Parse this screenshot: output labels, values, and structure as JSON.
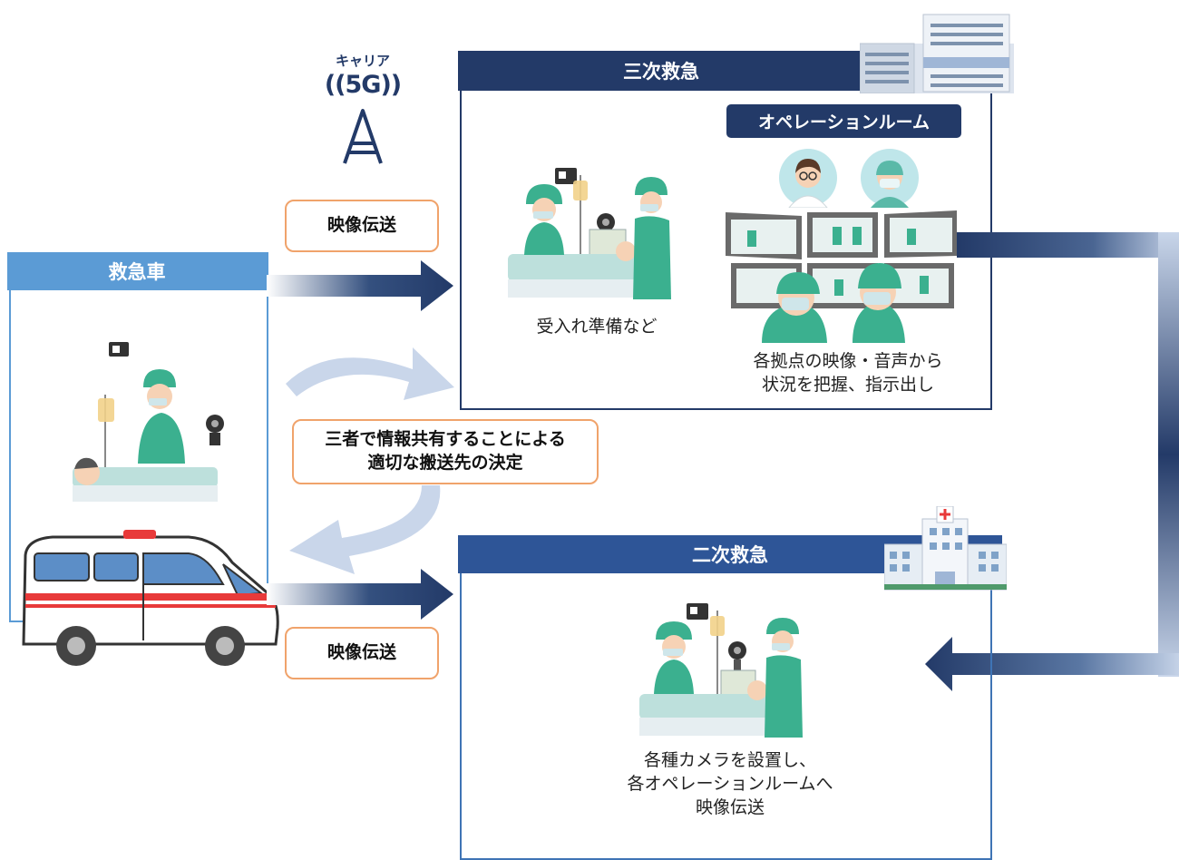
{
  "carrier": {
    "label": "キャリア",
    "band": "((5G))"
  },
  "tertiary": {
    "title": "三次救急",
    "operation_room": "オペレーションルーム",
    "caption_prepare": "受入れ準備など",
    "caption_monitor_1": "各拠点の映像・音声から",
    "caption_monitor_2": "状況を把握、指示出し"
  },
  "ambulance": {
    "title": "救急車"
  },
  "secondary": {
    "title": "二次救急",
    "caption_1": "各種カメラを設置し、",
    "caption_2": "各オペレーションルームへ",
    "caption_3": "映像伝送"
  },
  "transfer_top": "映像伝送",
  "transfer_bottom": "映像伝送",
  "shared_info": {
    "line1": "三者で情報共有することによる",
    "line2": "適切な搬送先の決定"
  },
  "colors": {
    "navy": "#233a68",
    "blue": "#3f74b5",
    "light_blue": "#5b9bd5",
    "orange": "#f0a36b",
    "arrow_light": "#c9d6ea"
  }
}
